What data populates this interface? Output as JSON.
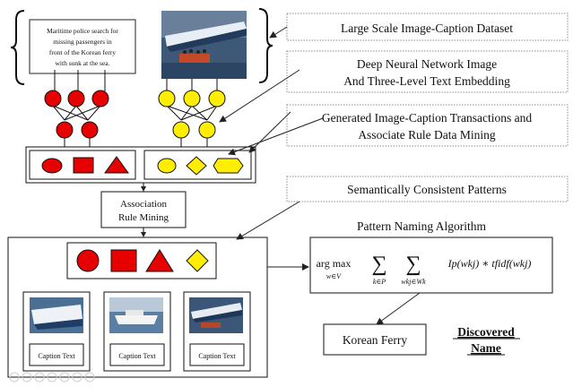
{
  "caption_box_text": "Maritime police search for missing passengers in front of the Korean ferry with sunk at the sea.",
  "caption_lines": [
    "Maritime police search for",
    "missing passengers in",
    "front of the Korean ferry",
    "with sunk at the sea."
  ],
  "callouts": {
    "dataset": "Large Scale Image-Caption Dataset",
    "embedding_line1": "Deep Neural Network Image",
    "embedding_line2": "And Three-Level Text Embedding",
    "transactions_line1": "Generated Image-Caption Transactions and",
    "transactions_line2": "Associate Rule Data Mining",
    "patterns": "Semantically Consistent Patterns"
  },
  "association_box": {
    "line1": "Association",
    "line2": "Rule Mining"
  },
  "pattern_naming_title": "Pattern Naming Algorithm",
  "formula": {
    "argmax": "arg max",
    "argmax_sub": "w∈V",
    "sum1_sub": "k∈P",
    "sum2_sub": "wkj∈Wk",
    "body": "Ip(wkj) ∗ tfidf(wkj)"
  },
  "result_box": "Korean Ferry",
  "discovered_label_line1": "Discovered",
  "discovered_label_line2": "Name",
  "caption_text_labels": [
    "Caption Text",
    "Caption Text",
    "Caption Text"
  ],
  "colors": {
    "red": "#e60000",
    "yellow": "#ffee00",
    "sea_blue": "#3d5a80",
    "dotted_border": "#888888"
  }
}
